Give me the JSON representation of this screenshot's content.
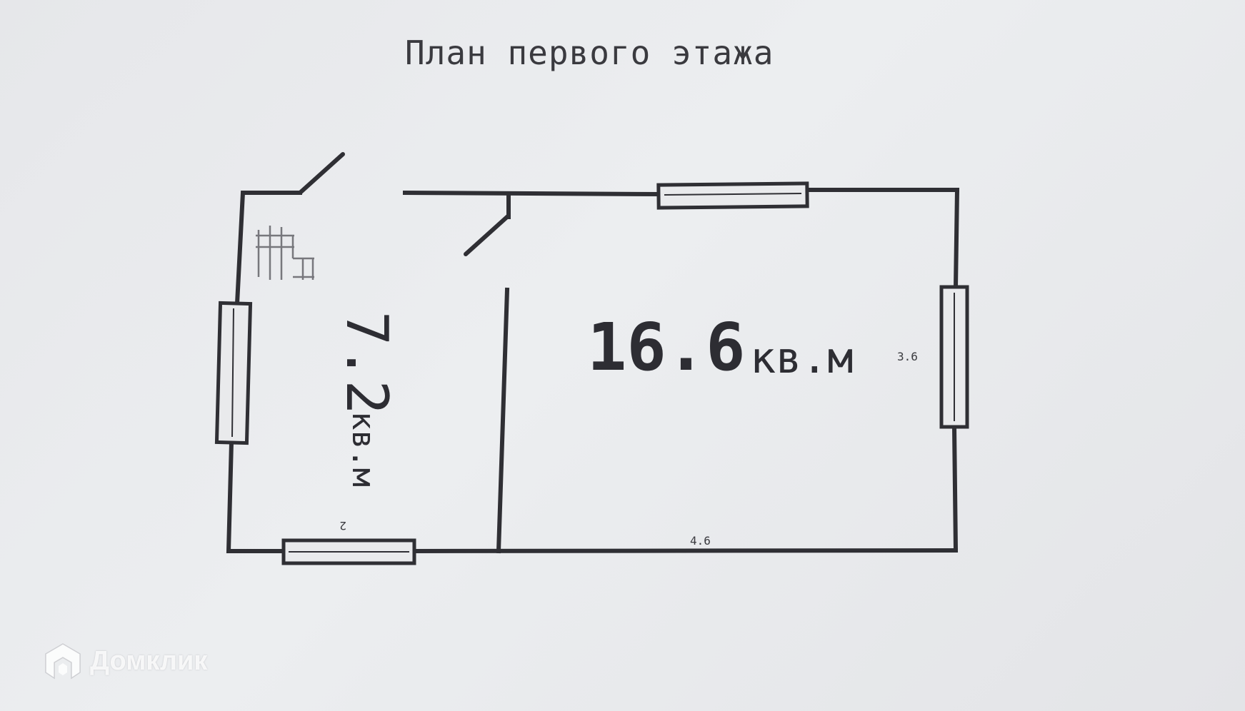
{
  "title": "План первого этажа",
  "rooms": [
    {
      "id": "main-room",
      "area_value": "16.6",
      "area_unit": "кв.м"
    },
    {
      "id": "small-room",
      "area_value": "7.2",
      "area_unit": "кв.м"
    }
  ],
  "dimensions": {
    "right_wall": "3.6",
    "bottom_wall": "4.6",
    "small_bottom": "2"
  },
  "watermark": {
    "text": "Домклик",
    "icon": "house-logo-icon"
  }
}
